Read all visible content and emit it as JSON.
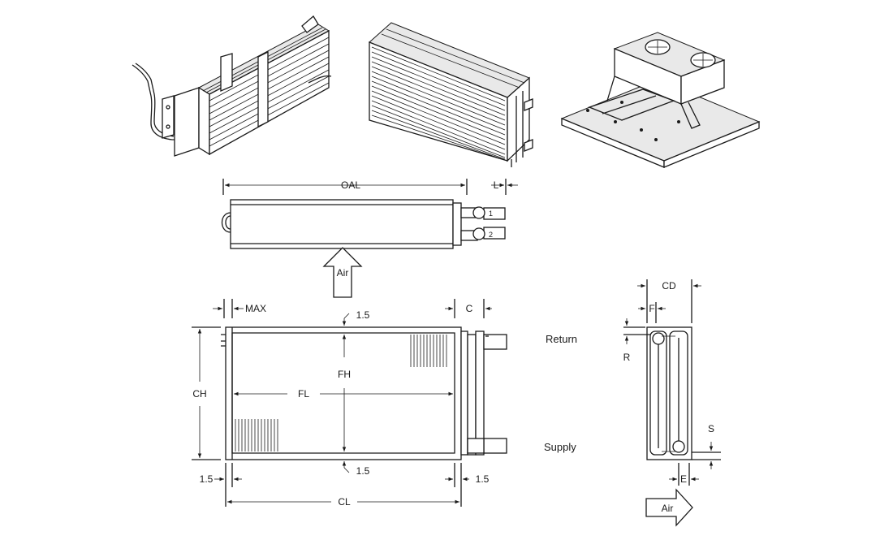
{
  "labels": {
    "oal": "OAL",
    "l": "L",
    "air_top": "Air",
    "max": "MAX",
    "c": "C",
    "top_1_5": "1.5",
    "fh": "FH",
    "ch": "CH",
    "fl": "FL",
    "bottom_1_5": "1.5",
    "left_1_5": "1.5",
    "right_1_5": "1.5",
    "cl": "CL",
    "cd": "CD",
    "f": "F",
    "r": "R",
    "return": "Return",
    "supply": "Supply",
    "s": "S",
    "e": "E",
    "air_side": "Air",
    "port_1": "1",
    "port_2": "2"
  }
}
